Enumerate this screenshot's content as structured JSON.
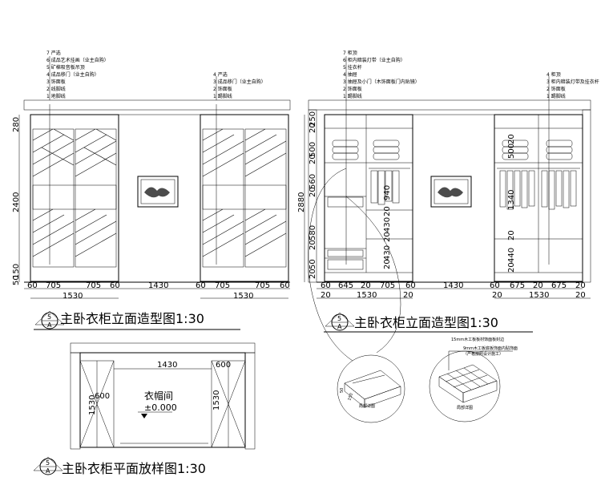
{
  "left_elevation": {
    "title": "主卧衣柜立面造型图1:30",
    "badge_top": "5",
    "badge_bottom": "A",
    "notes_left": [
      "7 严选",
      "6 成品艺术挂画（业主自购）",
      "5 矿棉吸音板吊顶",
      "4 成品移门（业主自购）",
      "3 饰面板",
      "2 线脚线",
      "1 地脚线"
    ],
    "notes_right": [
      "4 严选",
      "3 成品移门（业主自购）",
      "2 饰面板",
      "1 踢脚线"
    ],
    "dims_vertical": [
      "280",
      "2400",
      "150",
      "50"
    ],
    "dims_bottom": [
      "60",
      "705",
      "705",
      "60",
      "1430",
      "60",
      "705",
      "705",
      "60"
    ],
    "dims_total": [
      "1530",
      "1530"
    ]
  },
  "right_elevation": {
    "title": "主卧衣柜立面造型图1:30",
    "badge_top": "5",
    "badge_bottom": "A",
    "notes_left": [
      "7 柜顶",
      "6 柜内暗装灯带（业主自购）",
      "5 挂衣杆",
      "4 抽屉",
      "3 抽屉及小门（木饰面板门内贴镜）",
      "2 饰面板",
      "1 踢脚线"
    ],
    "notes_right": [
      "4 柜顶",
      "3 柜内暗装灯带及挂衣杆",
      "2 饰面板",
      "1 踢脚线"
    ],
    "dims_vertical": [
      "250",
      "20",
      "500",
      "20",
      "560",
      "20",
      "580",
      "20",
      "50",
      "20",
      "2880"
    ],
    "dims_inner_left": [
      "940",
      "20",
      "430",
      "20",
      "430",
      "20"
    ],
    "dims_inner_right": [
      "20",
      "500",
      "1340",
      "20",
      "440",
      "20"
    ],
    "dims_bottom": [
      "60",
      "645",
      "20",
      "705",
      "60",
      "1430",
      "60",
      "675",
      "20",
      "675",
      "20"
    ],
    "dims_total": [
      "20",
      "1530",
      "20",
      "20",
      "1530",
      "20"
    ]
  },
  "plan": {
    "title": "主卧衣柜平面放样图1:30",
    "badge_top": "5",
    "badge_bottom": "A",
    "dim_top_center": "1430",
    "dim_top_right": "600",
    "dim_left_depth": "600",
    "dim_left_width": "1530",
    "dim_right_width": "1530",
    "room_name": "衣帽间",
    "elevation": "±0.000"
  },
  "details": {
    "note_top": "15mm木工板板材饰面板封边",
    "note_mid": "9mm木工板底板饰面内贴饰面",
    "note_low": "（严格按照设计施工）",
    "label_left": "局部详图",
    "label_right": "局部详图",
    "dim_a": "50",
    "dim_b": "150"
  }
}
